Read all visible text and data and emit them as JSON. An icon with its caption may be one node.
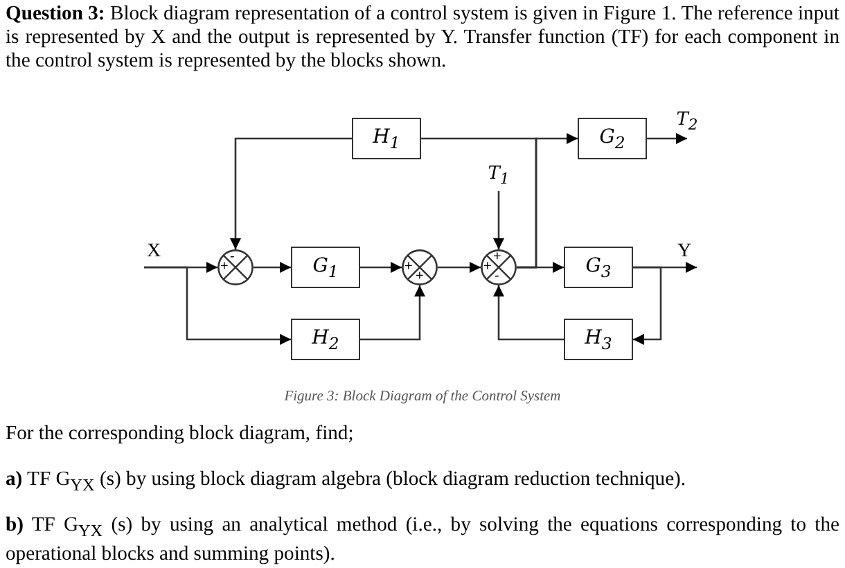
{
  "diagram": {
    "caption": "Figure 3:  Block Diagram of the Control System",
    "nodes": [
      {
        "text": [
          "X"
        ]
      },
      {
        "text": [
          "-",
          "+"
        ]
      },
      {
        "text": [
          "G$_{1}$"
        ]
      },
      {
        "text": [
          "+",
          "+"
        ]
      },
      {
        "text": [
          "T$_{1}$"
        ]
      },
      {
        "text": [
          "+",
          "+",
          "-"
        ]
      },
      {
        "text": [
          "H$_{1}$"
        ]
      },
      {
        "text": [
          "G$_{2}$"
        ]
      },
      {
        "text": [
          "T$_{2}$"
        ]
      },
      {
        "text": [
          "G$_{3}$"
        ]
      },
      {
        "text": [
          "Y"
        ]
      },
      {
        "text": [
          "H$_{2}$"
        ]
      },
      {
        "text": [
          "H$_{3}$"
        ]
      }
    ],
    "edges": [
      {
        "from": 0,
        "to": 1,
        "arrow": "to"
      },
      {
        "from": 0,
        "to": 11,
        "arrow": "to"
      },
      {
        "from": 1,
        "to": 2,
        "arrow": "to"
      },
      {
        "from": 2,
        "to": 3,
        "arrow": "to"
      },
      {
        "from": 11,
        "to": 3,
        "arrow": "to"
      },
      {
        "from": 3,
        "to": 5,
        "arrow": "to"
      },
      {
        "from": 4,
        "to": 5,
        "arrow": "to"
      },
      {
        "from": 5,
        "to": 9,
        "arrow": "to"
      },
      {
        "from": 5,
        "to": 7,
        "arrow": "to"
      },
      {
        "from": 5,
        "to": 6,
        "arrow": "none"
      },
      {
        "from": 6,
        "to": 1,
        "arrow": "to"
      },
      {
        "from": 7,
        "to": 8,
        "arrow": "to"
      },
      {
        "from": 9,
        "to": 10,
        "arrow": "to"
      },
      {
        "from": 9,
        "to": 12,
        "arrow": "to"
      },
      {
        "from": 12,
        "to": 5,
        "arrow": "to"
      }
    ],
    "labels": [
      "**Question 3:** Block diagram representation of a control system is given in Figure 1. The reference input is represented by X and the output is represented by Y. Transfer function (TF) for each component in the control system is represented by the blocks shown.",
      "For the corresponding block diagram, find;",
      "**a)** TF G$_{YX}$ (s)  by using block diagram algebra (block diagram reduction technique).",
      "**b)** TF G$_{YX}$ (s) by using an analytical method (i.e., by solving the equations corresponding to the operational blocks and summing points)."
    ]
  }
}
